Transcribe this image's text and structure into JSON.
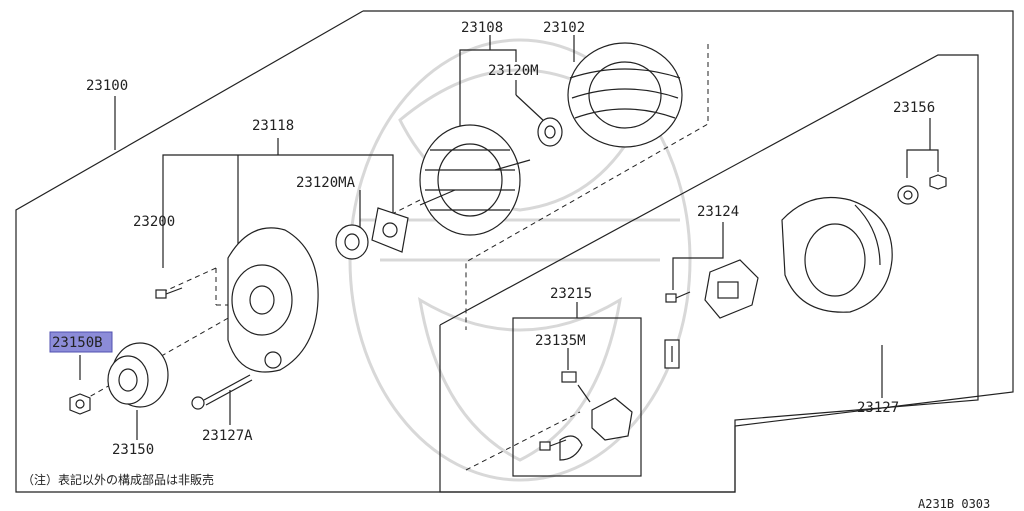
{
  "diagram": {
    "labels": {
      "l23100": "23100",
      "l23118": "23118",
      "l23108": "23108",
      "l23102": "23102",
      "l23120M": "23120M",
      "l23120MA": "23120MA",
      "l23200": "23200",
      "l23150B": "23150B",
      "l23150": "23150",
      "l23127A": "23127A",
      "l23156": "23156",
      "l23124": "23124",
      "l23215": "23215",
      "l23135M": "23135M",
      "l23127": "23127"
    },
    "note": "（注）表記以外の構成部品は非販売",
    "figure_code": "A231B 0303",
    "highlight_color": "#8c8cd8"
  }
}
